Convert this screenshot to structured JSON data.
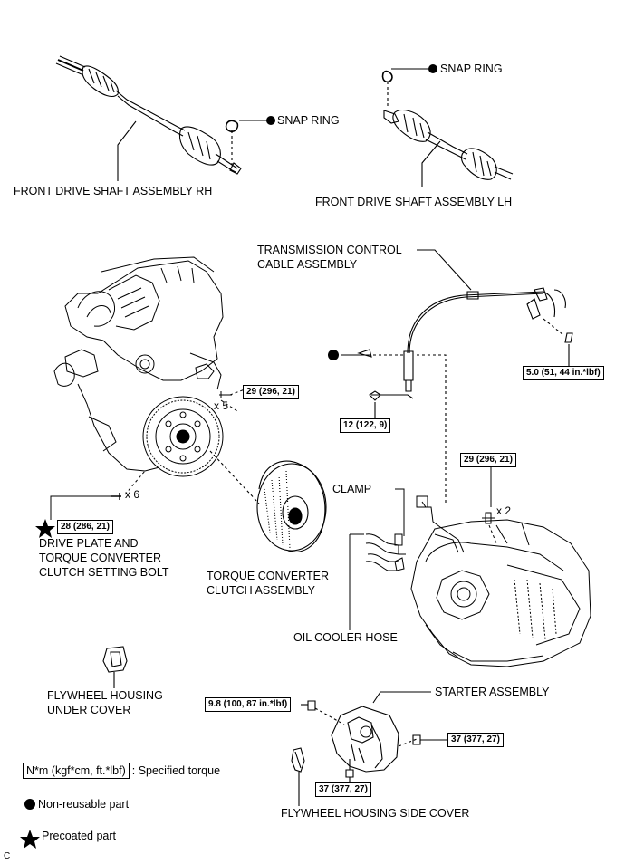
{
  "labels": {
    "front_drive_shaft_rh": "FRONT DRIVE SHAFT ASSEMBLY RH",
    "front_drive_shaft_lh": "FRONT DRIVE SHAFT ASSEMBLY LH",
    "snap_ring_rh": "SNAP RING",
    "snap_ring_lh": "SNAP RING",
    "transmission_cable_line1": "TRANSMISSION CONTROL",
    "transmission_cable_line2": "CABLE ASSEMBLY",
    "drive_plate_line1": "DRIVE PLATE AND",
    "drive_plate_line2": "TORQUE CONVERTER",
    "drive_plate_line3": "CLUTCH SETTING BOLT",
    "torque_converter_line1": "TORQUE CONVERTER",
    "torque_converter_line2": "CLUTCH ASSEMBLY",
    "clamp": "CLAMP",
    "oil_cooler_hose": "OIL COOLER HOSE",
    "flywheel_under_line1": "FLYWHEEL HOUSING",
    "flywheel_under_line2": "UNDER COVER",
    "starter": "STARTER ASSEMBLY",
    "flywheel_side": "FLYWHEEL HOUSING SIDE COVER",
    "x5": "x 5",
    "x6": "x 6",
    "x2": "x 2",
    "corner": "C"
  },
  "torques": {
    "t_29a": "29 (296, 21)",
    "t_5": "5.0 (51, 44 in.*lbf)",
    "t_12": "12 (122, 9)",
    "t_29b": "29 (296, 21)",
    "t_28": "28 (286, 21)",
    "t_98": "9.8 (100, 87 in.*lbf)",
    "t_37a": "37 (377, 27)",
    "t_37b": "37 (377, 27)"
  },
  "legend": {
    "torque_unit": "N*m (kgf*cm, ft.*lbf)",
    "torque_desc": ": Specified torque",
    "non_reusable": "Non-reusable part",
    "precoated": "Precoated part"
  },
  "icons": {
    "non_reusable": "filled-circle-icon",
    "precoated": "filled-star-icon"
  }
}
